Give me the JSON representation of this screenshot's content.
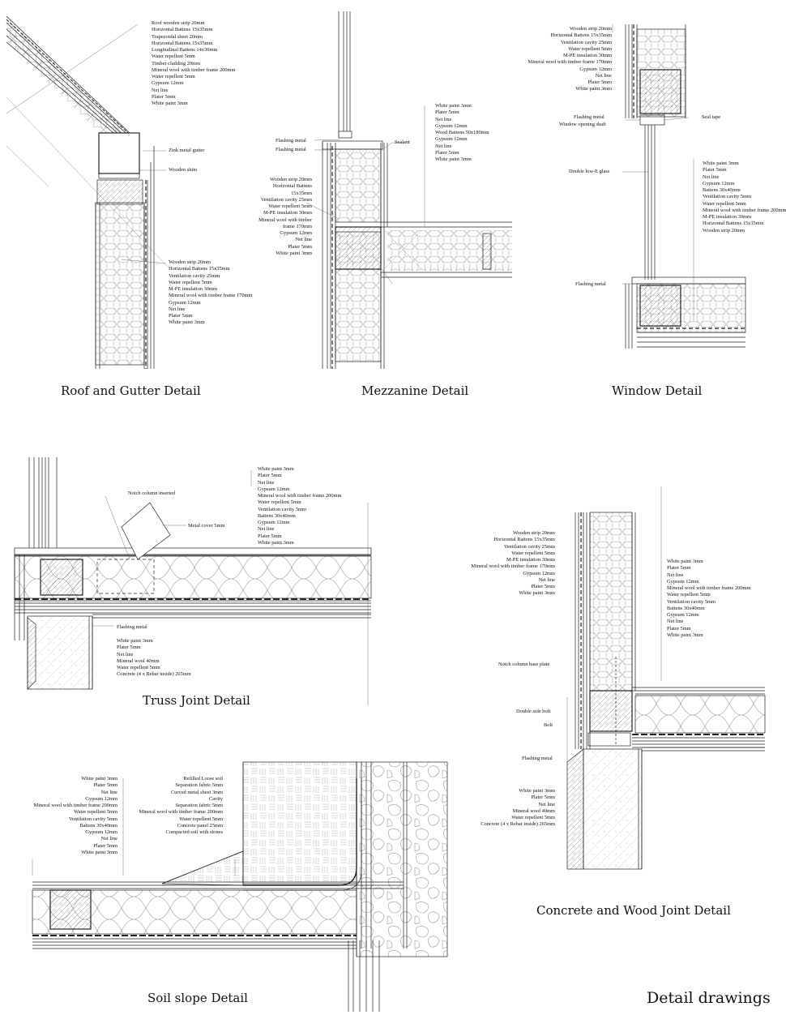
{
  "page_title": "Detail drawings",
  "details": {
    "roof": {
      "title": "Roof and Gutter Detail",
      "layers_top": [
        "Roof wooden strip 20mm",
        "Horizontal Battens 15x35mm",
        "Trapezoidal sheet 20mm",
        "Horizontal Battens 15x35mm",
        "Longitudinal Battens 14x30mm",
        "Water repellent 5mm",
        "Timber cladding 20mm",
        "Mineral wool with timber frame 200mm",
        "Water repellent 5mm",
        "Gypsum 12mm",
        "Net line",
        "Plater 5mm",
        "White paint 3mm"
      ],
      "gutter": "Zink metal gutter",
      "shim": "Wooden shim",
      "layers_wall": [
        "Wooden strip 20mm",
        "Horizontal Battens 15x35mm",
        "Ventilation cavity 25mm",
        "Water repellent 5mm",
        "M-PE insulation 30mm",
        "Mineral wool with timber frame 170mm",
        "Gypsum 12mm",
        "Net line",
        "Plater 5mm",
        "White paint 3mm"
      ]
    },
    "mezzanine": {
      "title": "Mezzanine Detail",
      "flashing1": "Flashing metal",
      "flashing2": "Flashing metal",
      "sealant": "Sealant",
      "layers_right": [
        "White paint 3mm",
        "Plater 5mm",
        "Net line",
        "Gypsum 12mm",
        "Wood Battens 50x180mm",
        "Gypsum 12mm",
        "Net line",
        "Plater 5mm",
        "White paint 3mm"
      ],
      "layers_left": [
        "Wooden strip 20mm",
        "Horizontal Battens",
        "15x35mm",
        "Ventilation cavity 25mm",
        "Water repellent 5mm",
        "M-PE insulation 30mm",
        "Mineral wool with timber",
        "frame 170mm",
        "Gypsum 12mm",
        "Net line",
        "Plater 5mm",
        "White paint 3mm"
      ]
    },
    "window": {
      "title": "Window Detail",
      "layers_top": [
        "Wooden strip 20mm",
        "Horizontal Battens 15x35mm",
        "Ventilation cavity 25mm",
        "Water repellent 5mm",
        "M-PE insulation 30mm",
        "Mineral wool with timber frame 170mm",
        "Gypsum 12mm",
        "Net line",
        "Plater 5mm",
        "White paint 3mm"
      ],
      "flashing": "Flashing metal",
      "shaft": "Window opening shaft",
      "seal": "Seal tape",
      "glass": "Double low-E glass",
      "layers_bottom": [
        "White paint 3mm",
        "Plater 5mm",
        "Net line",
        "Gypsum 12mm",
        "Battens 30x40mm",
        "Ventilation cavity 5mm",
        "Water repellent 5mm",
        "Mineral wool with timber frame 200mm",
        "M-PE insulation 30mm",
        "Horizontal Battens 15x35mm",
        "Wooden strip 20mm"
      ],
      "flashing_bottom": "Flashing metal"
    },
    "truss": {
      "title": "Truss Joint Detail",
      "notch": "Notch column inserted",
      "cover": "Metal cover 5mm",
      "layers_top": [
        "White paint 3mm",
        "Plater 5mm",
        "Net line",
        "Gypsum 12mm",
        "Mineral wool with timber frame 200mm",
        "Water repellent 5mm",
        "Ventilation cavity 5mm",
        "Battens 30x40mm",
        "Gypsum 12mm",
        "Net line",
        "Plater 5mm",
        "White paint 3mm"
      ],
      "flashing": "Flashing metal",
      "layers_bottom": [
        "White paint 3mm",
        "Plater 5mm",
        "Net line",
        "Mineral wool 40mm",
        "Water repellent 5mm",
        "Concrete (4 x Rebar inside) 265mm"
      ]
    },
    "concrete": {
      "title": "Concrete and Wood Joint Detail",
      "layers_left": [
        "Wooden strip 20mm",
        "Horizontal Battens 15x35mm",
        "Ventilation cavity 25mm",
        "Water repellent 5mm",
        "M-PE insulation 30mm",
        "Mineral wool with timber frame 170mm",
        "Gypsum 12mm",
        "Net line",
        "Plater 5mm",
        "White paint 3mm"
      ],
      "layers_right": [
        "White paint 3mm",
        "Plater 5mm",
        "Net line",
        "Gypsum 12mm",
        "Mineral wool with timber frame 200mm",
        "Water repellent 5mm",
        "Ventilation cavity 5mm",
        "Battens 30x40mm",
        "Gypsum 12mm",
        "Net line",
        "Plater 5mm",
        "White paint 3mm"
      ],
      "base_plate": "Notch column base plate",
      "double_bolt": "Double side bolt",
      "bolt": "Bolt",
      "flashing": "Flashing metal",
      "layers_bottom": [
        "White paint 3mm",
        "Plater 5mm",
        "Net line",
        "Mineral wool 40mm",
        "Water repellent 5mm",
        "Concrete (4 x Rebar inside) 265mm"
      ]
    },
    "soil": {
      "title": "Soil slope Detail",
      "layers_left": [
        "White paint 3mm",
        "Plater 5mm",
        "Net line",
        "Gypsum 12mm",
        "Mineral wool with timber frame 200mm",
        "Water repellent 5mm",
        "Ventilation cavity 5mm",
        "Battens 30x40mm",
        "Gypsum 12mm",
        "Net line",
        "Plater 5mm",
        "White paint 3mm"
      ],
      "layers_mid": [
        "Refilled Loose soil",
        "Separation fabric 5mm",
        "Curved metal sheet 3mm",
        "Cavity",
        "Separation fabric 5mm",
        "Mineral wool with timber frame 200mm",
        "Water repellent 5mm",
        "Concrete panel 25mm",
        "Compacted soil with stones"
      ]
    }
  }
}
